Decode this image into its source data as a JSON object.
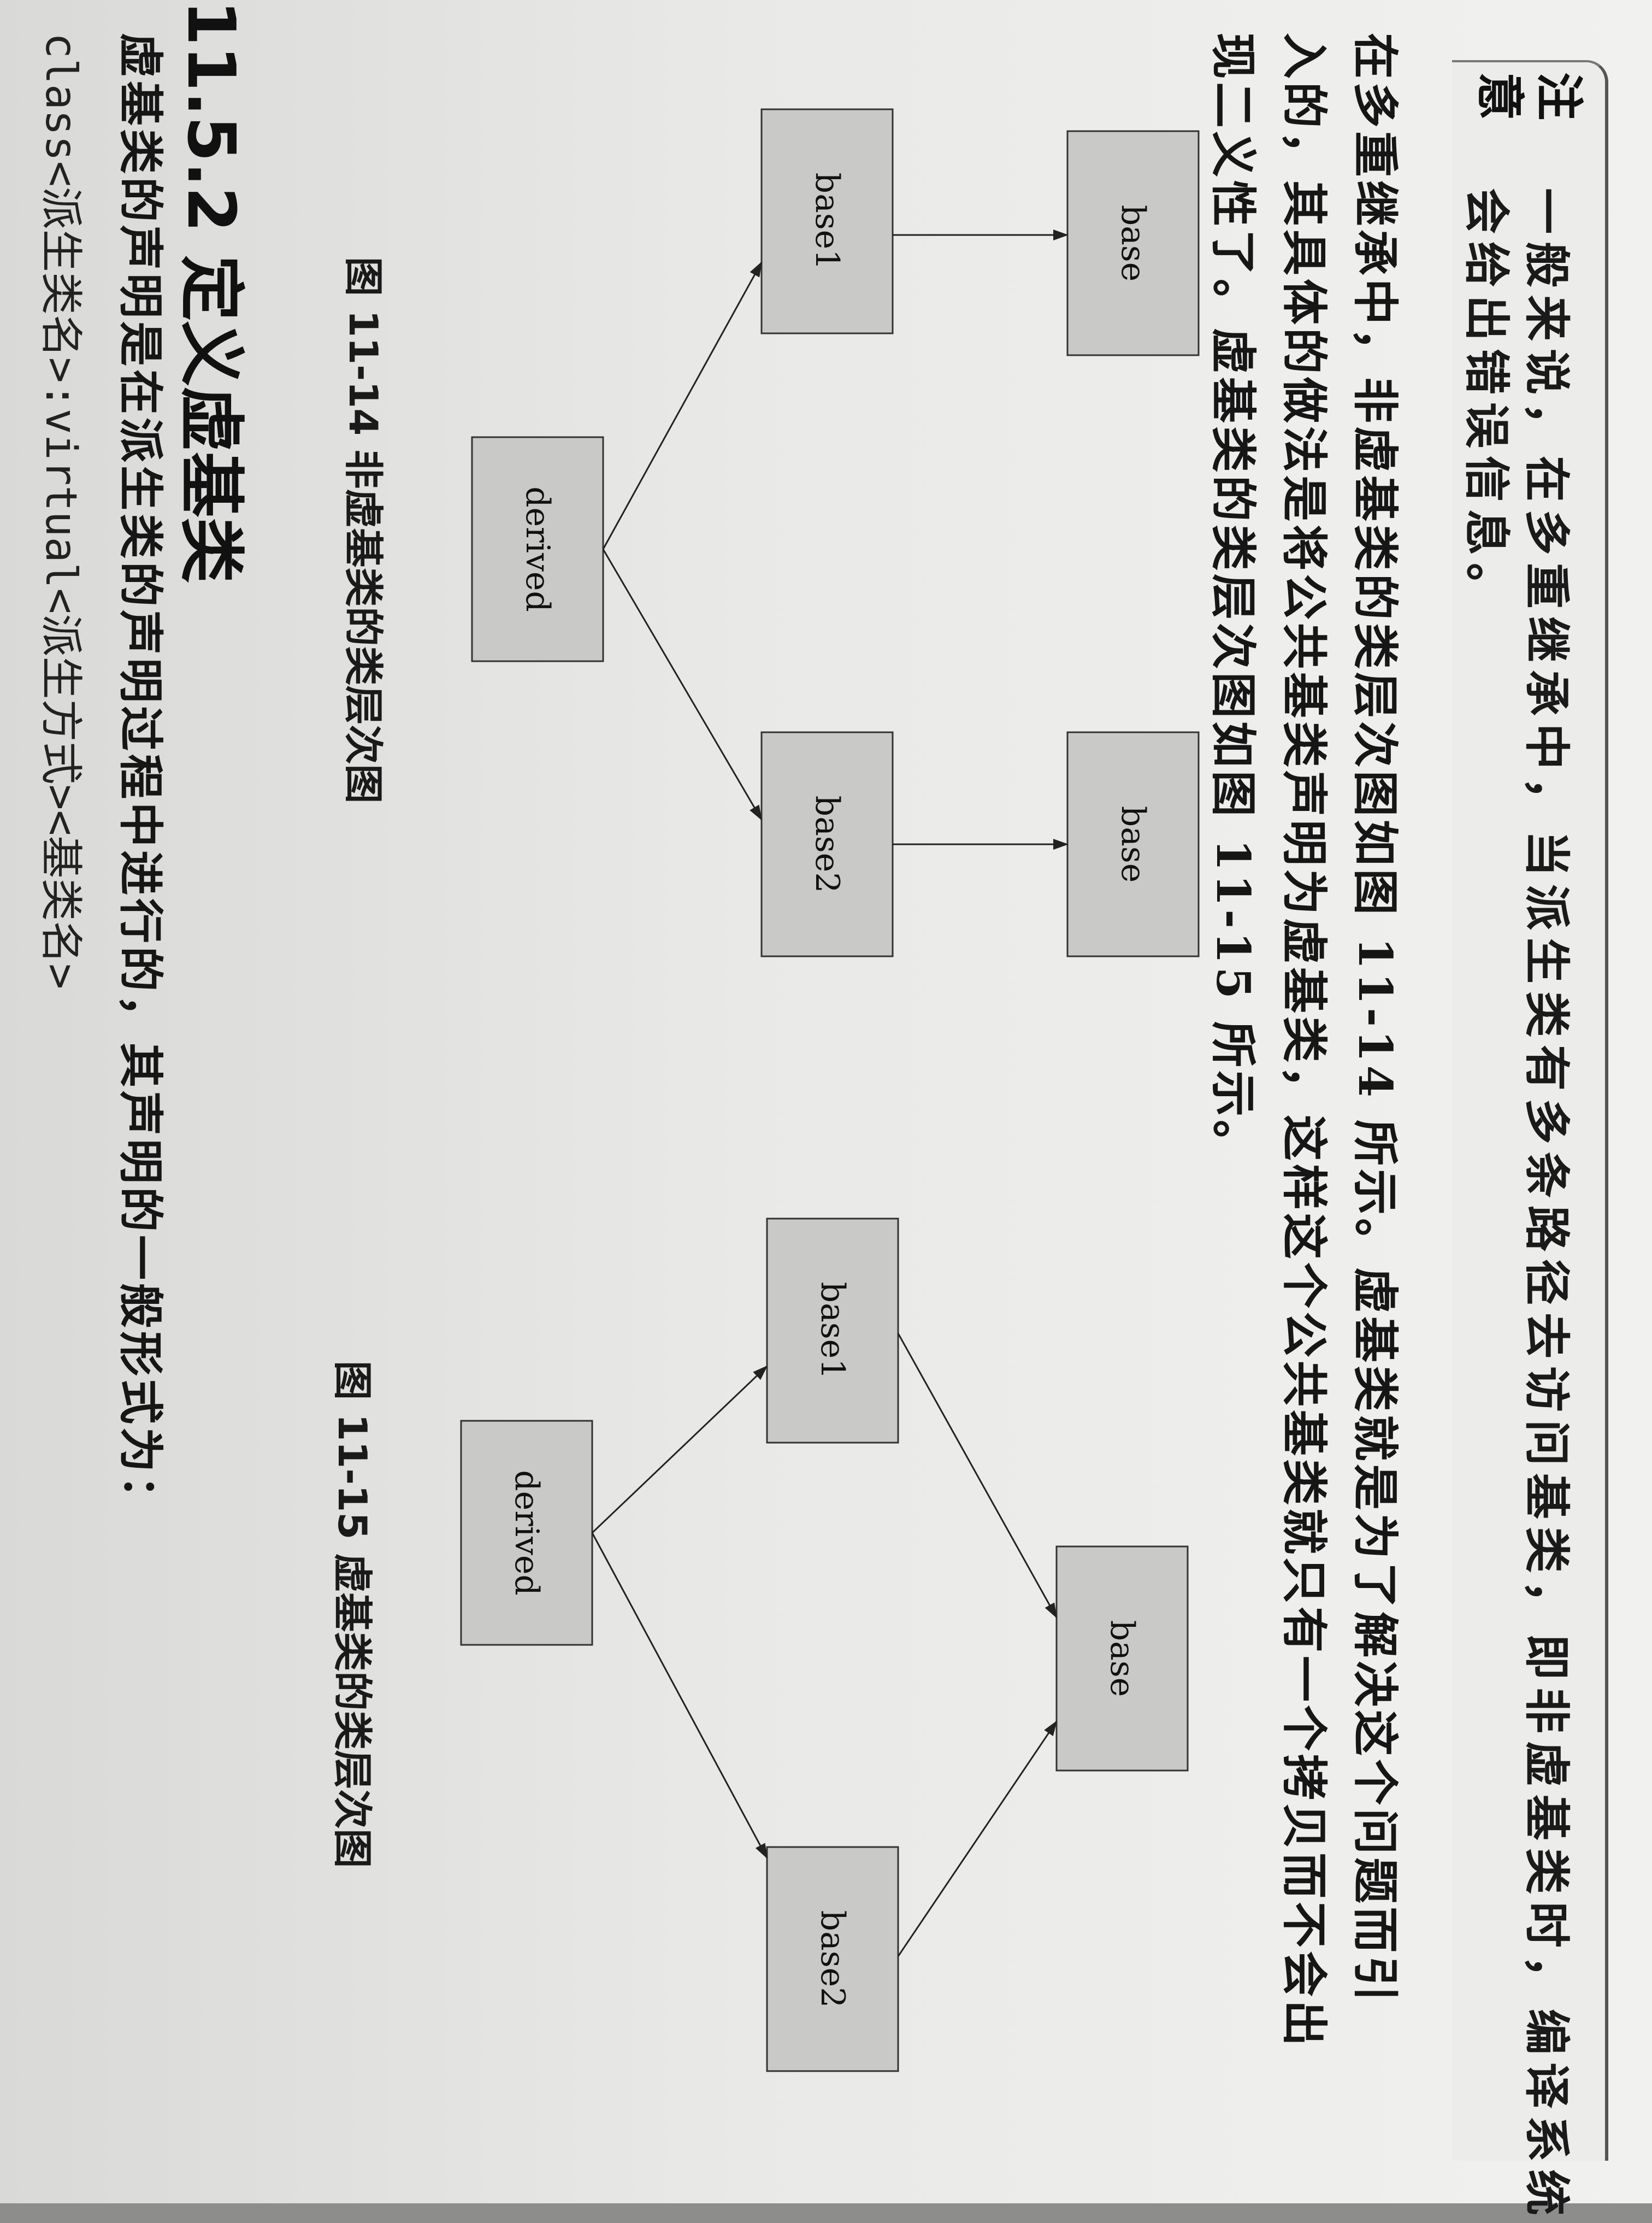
{
  "note": {
    "tag_line1": "注",
    "tag_line2": "意",
    "line1": "一般来说，在多重继承中，当派生类有多条路径去访问基类，即非虚基类时，编译系统",
    "line2": "会给出错误信息。"
  },
  "paragraph": {
    "line1": "在多重继承中，非虚基类的类层次图如图 11-14 所示。虚基类就是为了解决这个问题而引",
    "line2": "入的，其具体的做法是将公共基类声明为虚基类，这样这个公共基类就只有一个拷贝而不会出",
    "line3": "现二义性了。虚基类的类层次图如图 11-15 所示。"
  },
  "figure_11_14": {
    "caption": "图 11-14   非虚基类的类层次图",
    "nodes": {
      "derived": "derived",
      "base1": "base1",
      "base2": "base2",
      "base_a": "base",
      "base_b": "base"
    }
  },
  "figure_11_15": {
    "caption": "图 11-15   虚基类的类层次图",
    "nodes": {
      "derived": "derived",
      "base1": "base1",
      "base2": "base2",
      "base": "base"
    }
  },
  "section": {
    "heading": "11.5.2  定义虚基类",
    "body": "虚基类的声明是在派生类的声明过程中进行的，其声明的一般形式为：",
    "code": "class<派生类名>:virtual<派生方式><基类名>"
  }
}
